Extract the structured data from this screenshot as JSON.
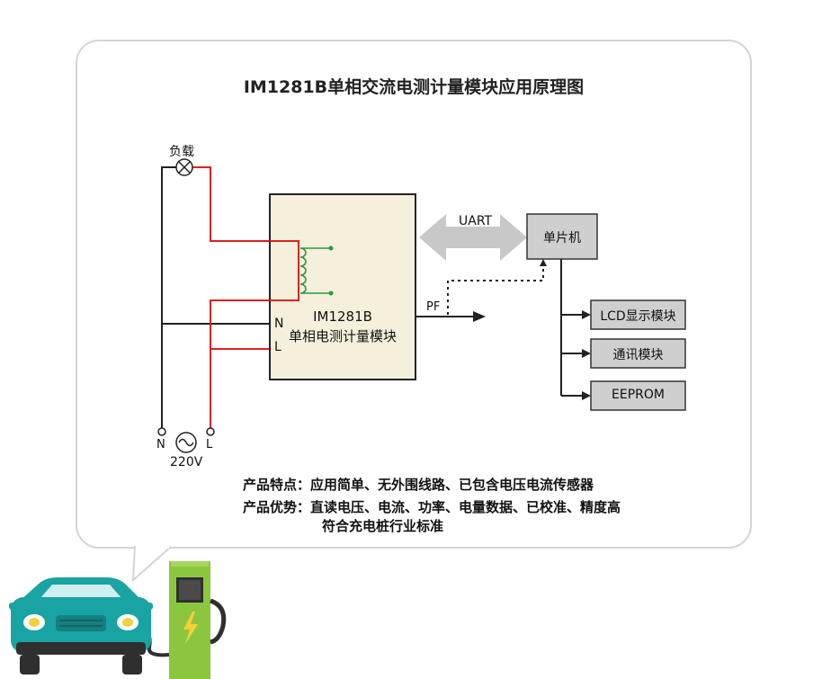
{
  "title": "IM1281B单相交流电测计量模块应用原理图",
  "diagram": {
    "load_label": "负载",
    "module_line1": "IM1281B",
    "module_line2": "单相电测计量模块",
    "pin_n": "N",
    "pin_l": "L",
    "pf_label": "PF",
    "uart_label": "UART",
    "mcu_label": "单片机",
    "lcd_label": "LCD显示模块",
    "comm_label": "通讯模块",
    "eeprom_label": "EEPROM",
    "src_n": "N",
    "src_l": "L",
    "voltage": "220V"
  },
  "features": {
    "line1_label": "产品特点：",
    "line1_text": "应用简单、无外围线路、已包含电压电流传感器",
    "line2_label": "产品优势：",
    "line2_text": "直读电压、电流、功率、电量数据、已校准、精度高",
    "line3_text": "符合充电桩行业标准"
  },
  "colors": {
    "wire_red": "#e02020",
    "wire_black": "#222222",
    "module_fill": "#f5f0dc",
    "block_fill": "#cfcfcf",
    "arrow_gray": "#c8c8c8",
    "coil_green": "#2a9a3a",
    "car_teal": "#1aa3a3",
    "charger_green": "#8cc63f"
  }
}
